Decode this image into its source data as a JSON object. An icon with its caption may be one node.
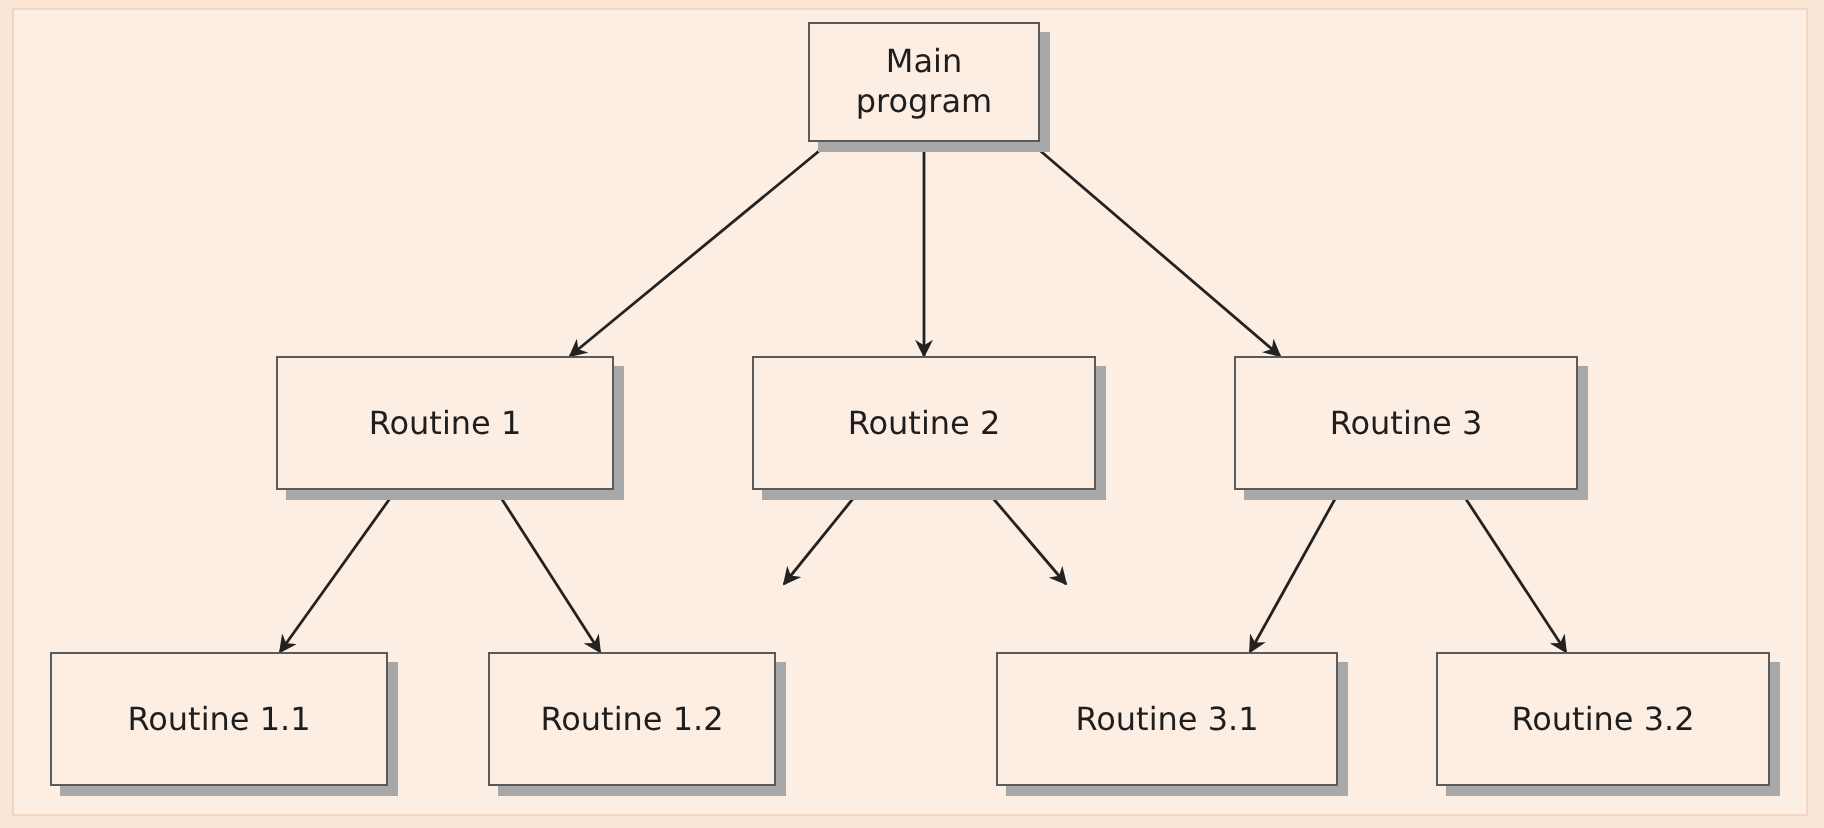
{
  "diagram": {
    "nodes": [
      {
        "text": [
          "Main program"
        ]
      },
      {
        "text": [
          "Routine 1"
        ]
      },
      {
        "text": [
          "Routine 2"
        ]
      },
      {
        "text": [
          "Routine 3"
        ]
      },
      {
        "text": [
          "Routine 1.1"
        ]
      },
      {
        "text": [
          "Routine 1.2"
        ]
      },
      {
        "text": [
          "Routine 3.1"
        ]
      },
      {
        "text": [
          "Routine 3.2"
        ]
      }
    ],
    "edges": [
      {
        "from": 0,
        "to": 1,
        "arrow": "to"
      },
      {
        "from": 0,
        "to": 2,
        "arrow": "to"
      },
      {
        "from": 0,
        "to": 3,
        "arrow": "to"
      },
      {
        "from": 1,
        "to": 4,
        "arrow": "to"
      },
      {
        "from": 1,
        "to": 5,
        "arrow": "to"
      },
      {
        "from": 2,
        "to": null,
        "arrow": "to"
      },
      {
        "from": 2,
        "to": null,
        "arrow": "to"
      },
      {
        "from": 3,
        "to": 6,
        "arrow": "to"
      },
      {
        "from": 3,
        "to": 7,
        "arrow": "to"
      }
    ]
  }
}
